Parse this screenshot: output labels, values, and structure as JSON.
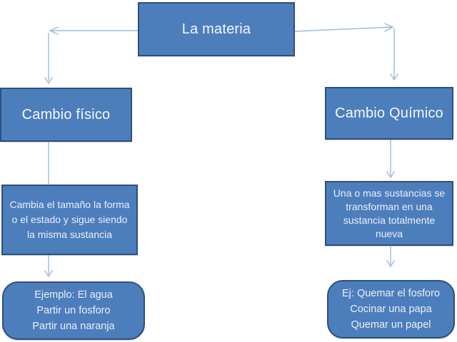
{
  "diagram": {
    "title": "La materia",
    "left_branch": {
      "heading": "Cambio físico",
      "description_lines": [
        "Cambia el tamaño la forma",
        "o el estado y sigue siendo",
        "la misma sustancia"
      ],
      "example_lines": [
        "Ejemplo: El agua",
        "Partir un fosforo",
        "Partir una naranja"
      ]
    },
    "right_branch": {
      "heading": "Cambio Químico",
      "description_lines": [
        "Una o mas sustancias se",
        "transforman en una",
        "sustancia totalmente",
        "nueva"
      ],
      "example_lines": [
        "Ej: Quemar el fosforo",
        "Cocinar una papa",
        "Quemar un papel"
      ]
    },
    "colors": {
      "box_fill": "#4d7ebc",
      "box_border": "#2e4f7e",
      "connector": "#9db8da",
      "heading_text": "#f4f8fd",
      "body_text": "#e9effa"
    }
  }
}
